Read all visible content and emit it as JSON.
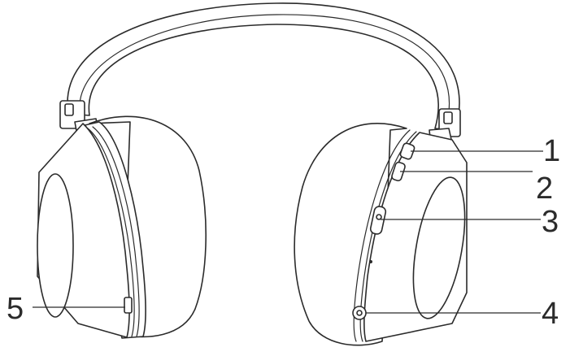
{
  "callouts": [
    {
      "number": "1"
    },
    {
      "number": "2"
    },
    {
      "number": "3"
    },
    {
      "number": "4"
    },
    {
      "number": "5"
    }
  ],
  "colors": {
    "line": "#2b2b2b",
    "background": "#ffffff"
  }
}
